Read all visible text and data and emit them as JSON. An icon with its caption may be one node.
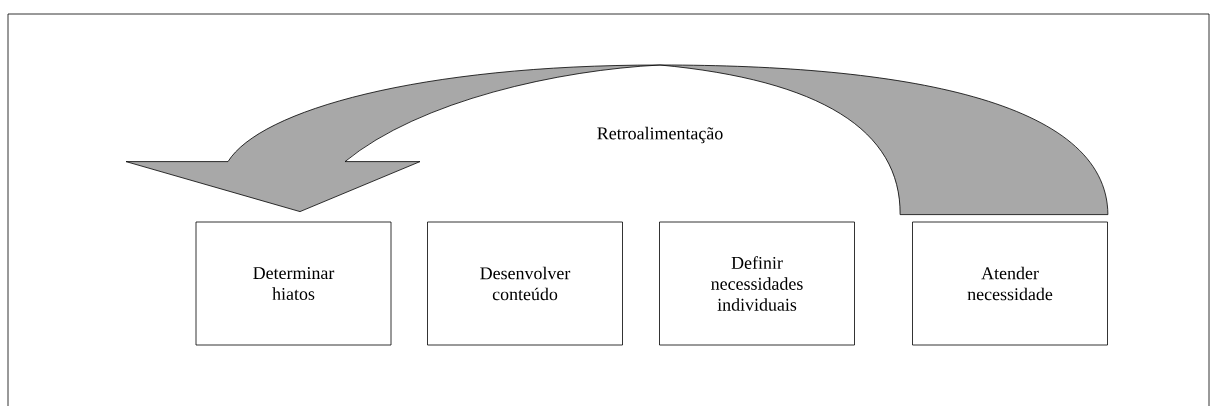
{
  "diagram": {
    "nodes": [
      {
        "text": [
          "Determinar hiatos"
        ]
      },
      {
        "text": [
          "Desenvolver conteúdo"
        ]
      },
      {
        "text": [
          "Definir necessidades individuais"
        ]
      },
      {
        "text": [
          "Atender necessidade"
        ]
      }
    ],
    "edges": [
      {
        "from": 3,
        "to": 0,
        "arrow": "to",
        "label": "Retroalimentação"
      }
    ]
  }
}
